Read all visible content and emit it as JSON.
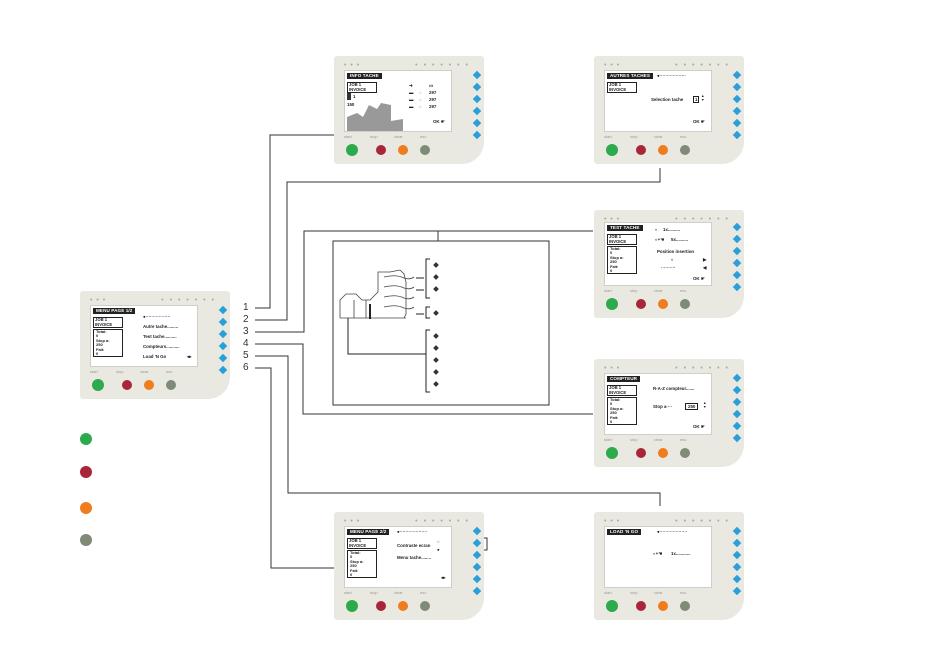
{
  "hardware": {
    "led_labels": [
      "start",
      "stop",
      "clear",
      "esc."
    ]
  },
  "index_numbers": [
    "1",
    "2",
    "3",
    "4",
    "5",
    "6"
  ],
  "panels": {
    "menu1": {
      "title": "MENU PAGE 1/2",
      "job": [
        "JOB",
        "1",
        "INVOICE"
      ],
      "stats": [
        "Total:",
        "0",
        "Stop a:",
        "250",
        "Fait:",
        "0"
      ],
      "items": [
        "Autre tache.........",
        "Test tache..........",
        "Compteurs...........",
        "Load 'N Go"
      ]
    },
    "info": {
      "title": "INFO TACHE",
      "job": [
        "JOB",
        "1",
        "INVOICE"
      ],
      "counts": [
        "297",
        "297",
        "297"
      ],
      "left": [
        "1",
        "150"
      ],
      "ok": "OK"
    },
    "autres": {
      "title": "AUTRES TACHES",
      "job": [
        "JOB",
        "1",
        "INVOICE"
      ],
      "selection": "Selection tache",
      "value": "1",
      "ok": "OK"
    },
    "test": {
      "title": "TEST TACHE",
      "job": [
        "JOB",
        "1",
        "INVOICE"
      ],
      "stats": [
        "Total:",
        "0",
        "Stop a:",
        "250",
        "Fait:",
        "0"
      ],
      "row1": "1x..........",
      "row2": "5x..........",
      "position": "Position insertion",
      "ok": "OK"
    },
    "compteur": {
      "title": "COMPTEUR",
      "job": [
        "JOB",
        "1",
        "INVOICE"
      ],
      "stats": [
        "Total:",
        "0",
        "Stop a:",
        "250",
        "Fait:",
        "0"
      ],
      "reset": "R-A-Z compteur.......",
      "stop": "Stop a",
      "stop_value": "250",
      "ok": "OK"
    },
    "menu2": {
      "title": "MENU PAGE 2/2",
      "job": [
        "JOB",
        "1",
        "INVOICE"
      ],
      "stats": [
        "Total:",
        "0",
        "Stop a:",
        "250",
        "Fait:",
        "0"
      ],
      "items": [
        "Contraste ecran",
        "Menu tache........"
      ]
    },
    "loadngo": {
      "title": "LOAD 'N GO",
      "row2": "1x............"
    }
  },
  "colors": {
    "green": "#2daa4b",
    "red": "#a9263a",
    "orange": "#ef7d1d",
    "grey": "#7f8a77",
    "accent": "#2a9fd8"
  }
}
